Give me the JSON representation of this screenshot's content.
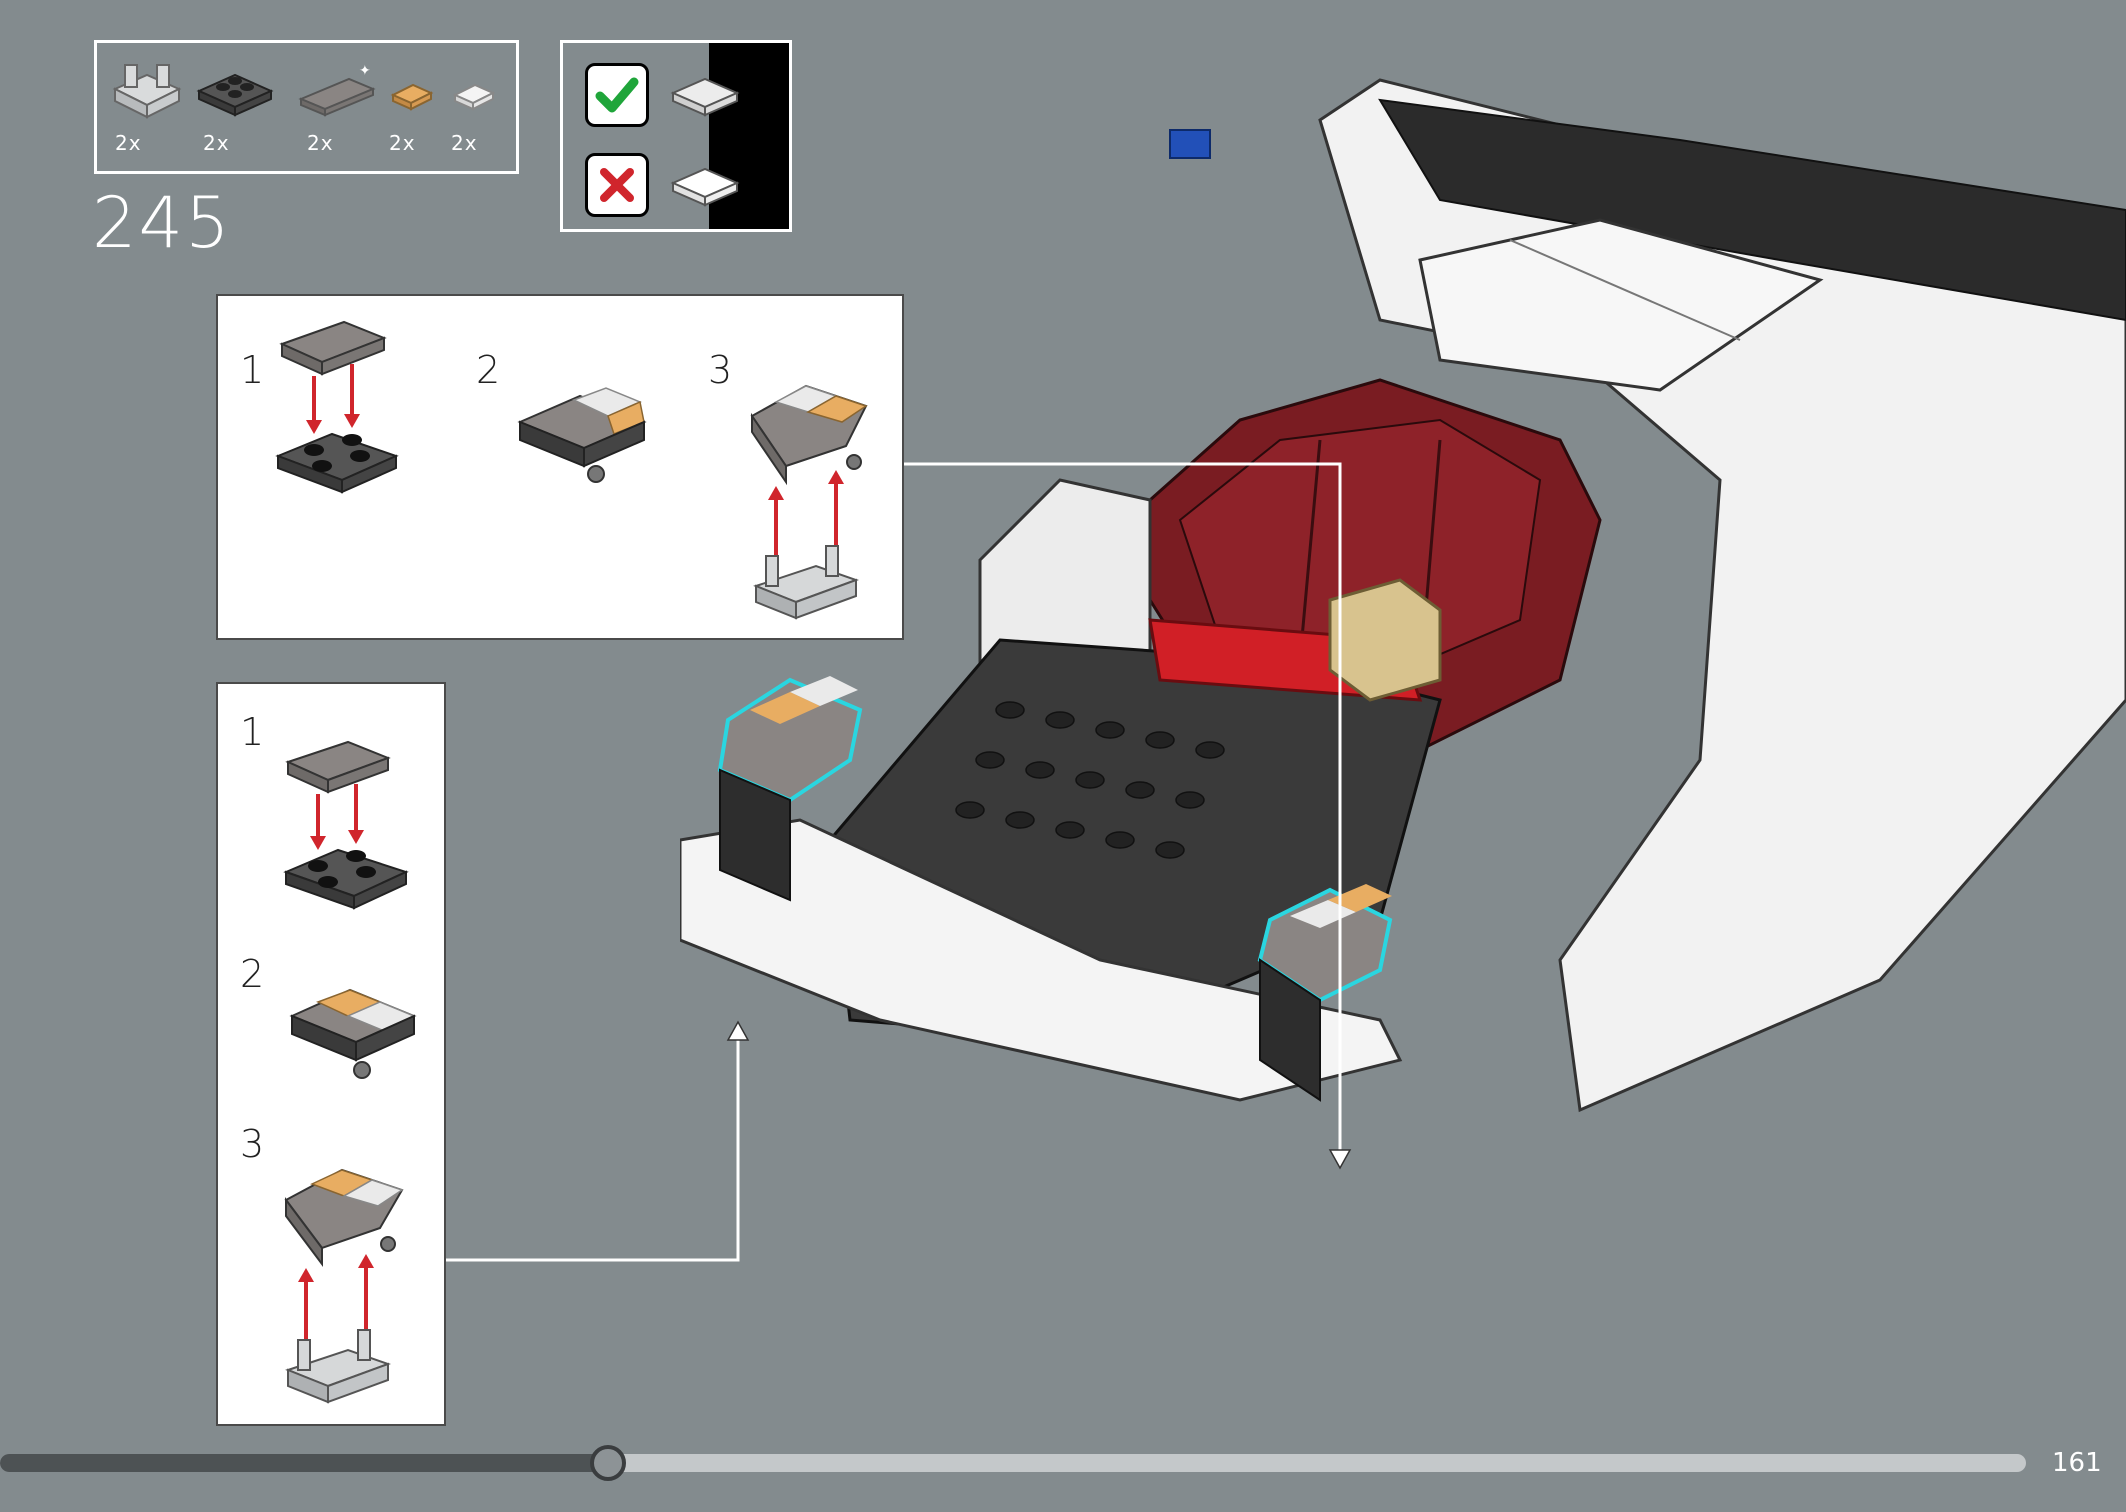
{
  "step": {
    "number": "245"
  },
  "parts": [
    {
      "name": "bracket-1x2-2x2-gray",
      "qty": "2x"
    },
    {
      "name": "plate-2x2-dark-gray-with-clips",
      "qty": "2x"
    },
    {
      "name": "tile-2x4-gray-printed",
      "qty": "2x"
    },
    {
      "name": "tile-1x1-tan",
      "qty": "2x"
    },
    {
      "name": "tile-1x1-transparent",
      "qty": "2x"
    }
  ],
  "orientation": {
    "correct": "check-icon",
    "incorrect": "cross-icon"
  },
  "subassembly_a": {
    "steps": [
      "1",
      "2",
      "3"
    ]
  },
  "subassembly_b": {
    "steps": [
      "1",
      "2",
      "3"
    ]
  },
  "progress": {
    "fraction": 0.3
  },
  "page": {
    "number": "161"
  },
  "colors": {
    "background": "#838b8e",
    "interior_red": "#7a1c22",
    "arrow_red": "#d0252c",
    "highlight_cyan": "#2ad6e0",
    "check_green": "#1fa53a"
  }
}
